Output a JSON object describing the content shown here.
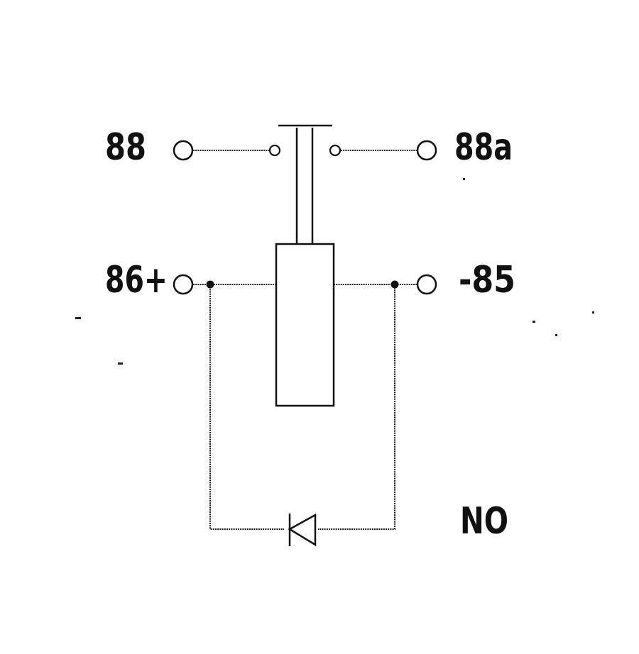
{
  "diagram": {
    "terminals": {
      "t88": "88",
      "t88a": "88a",
      "t86": "86+",
      "t85": "-85"
    },
    "contact_type": "NO"
  }
}
